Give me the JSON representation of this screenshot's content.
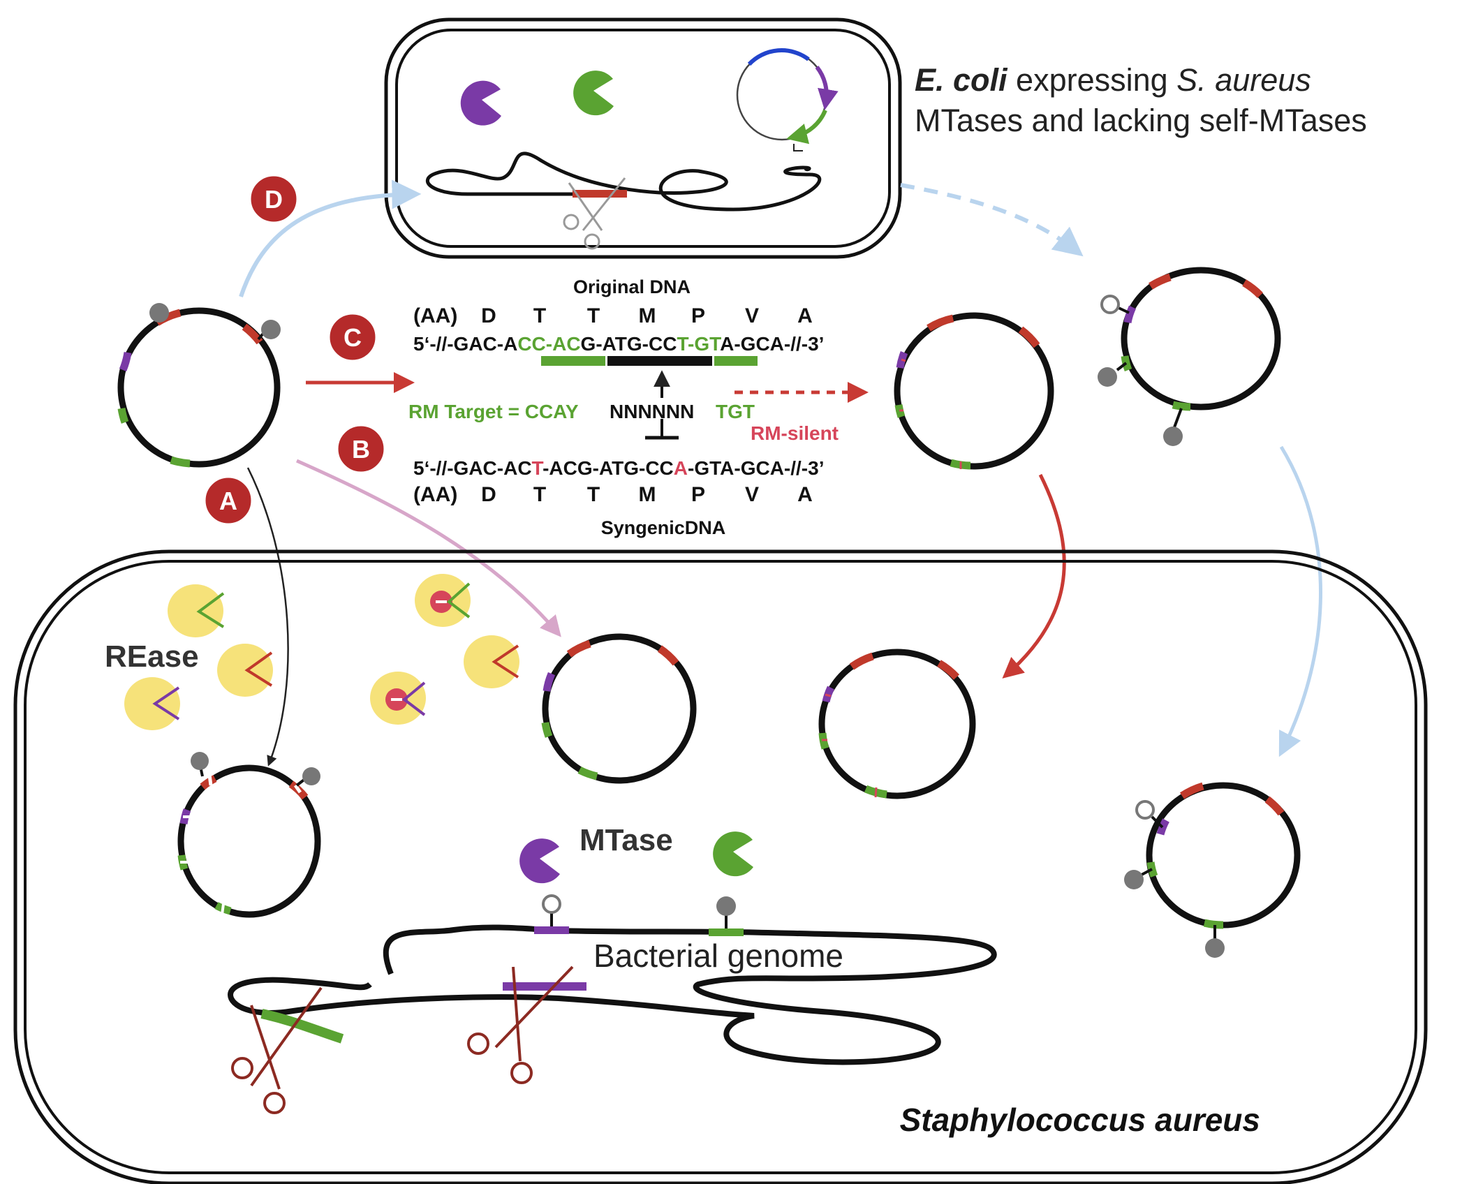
{
  "ecoli_label": {
    "italic_bold": "E. coli",
    "line1_mid": " expressing ",
    "line1_italic": "S. aureus",
    "line2": "MTases and lacking self-MTases"
  },
  "step_badges": {
    "a": "A",
    "b": "B",
    "c": "C",
    "d": "D"
  },
  "sequence": {
    "original_title": "Original DNA",
    "aa_tag": "(AA)",
    "aa_letters": [
      "D",
      "T",
      "T",
      "M",
      "P",
      "V",
      "A"
    ],
    "original_prefix": "5‘-//-GAC-A",
    "original_green1": "CC-AC",
    "original_mid": "G-ATG-CC",
    "original_green2": "T-GT",
    "original_suffix": "A-GCA-//-3’",
    "rm_target": "RM Target = CCAY",
    "nnnnnn": "NNNNNN",
    "tgt": "TGT",
    "rm_silent": "RM-silent",
    "syngenic_p1": "5‘-//-GAC-AC",
    "syngenic_red1": "T",
    "syngenic_p2": "-ACG-ATG-CC",
    "syngenic_red2": "A",
    "syngenic_p3": "-GTA-GCA-//-3’",
    "syngenic_title": "SyngenicDNA"
  },
  "rease_label": "REase",
  "mtase_label": "MTase",
  "genome_label": "Bacterial genome",
  "organism_label": "Staphylococcus aureus",
  "colors": {
    "badge": "#b52a2a",
    "purple": "#7a3aa6",
    "green": "#5aa332",
    "red_site": "#c0392b",
    "yellow": "#f6e27a",
    "light_blue": "#b9d4ee",
    "pink": "#d7a6c9",
    "scissor_dark": "#8c2a22",
    "pastel_red": "#d6455a"
  }
}
